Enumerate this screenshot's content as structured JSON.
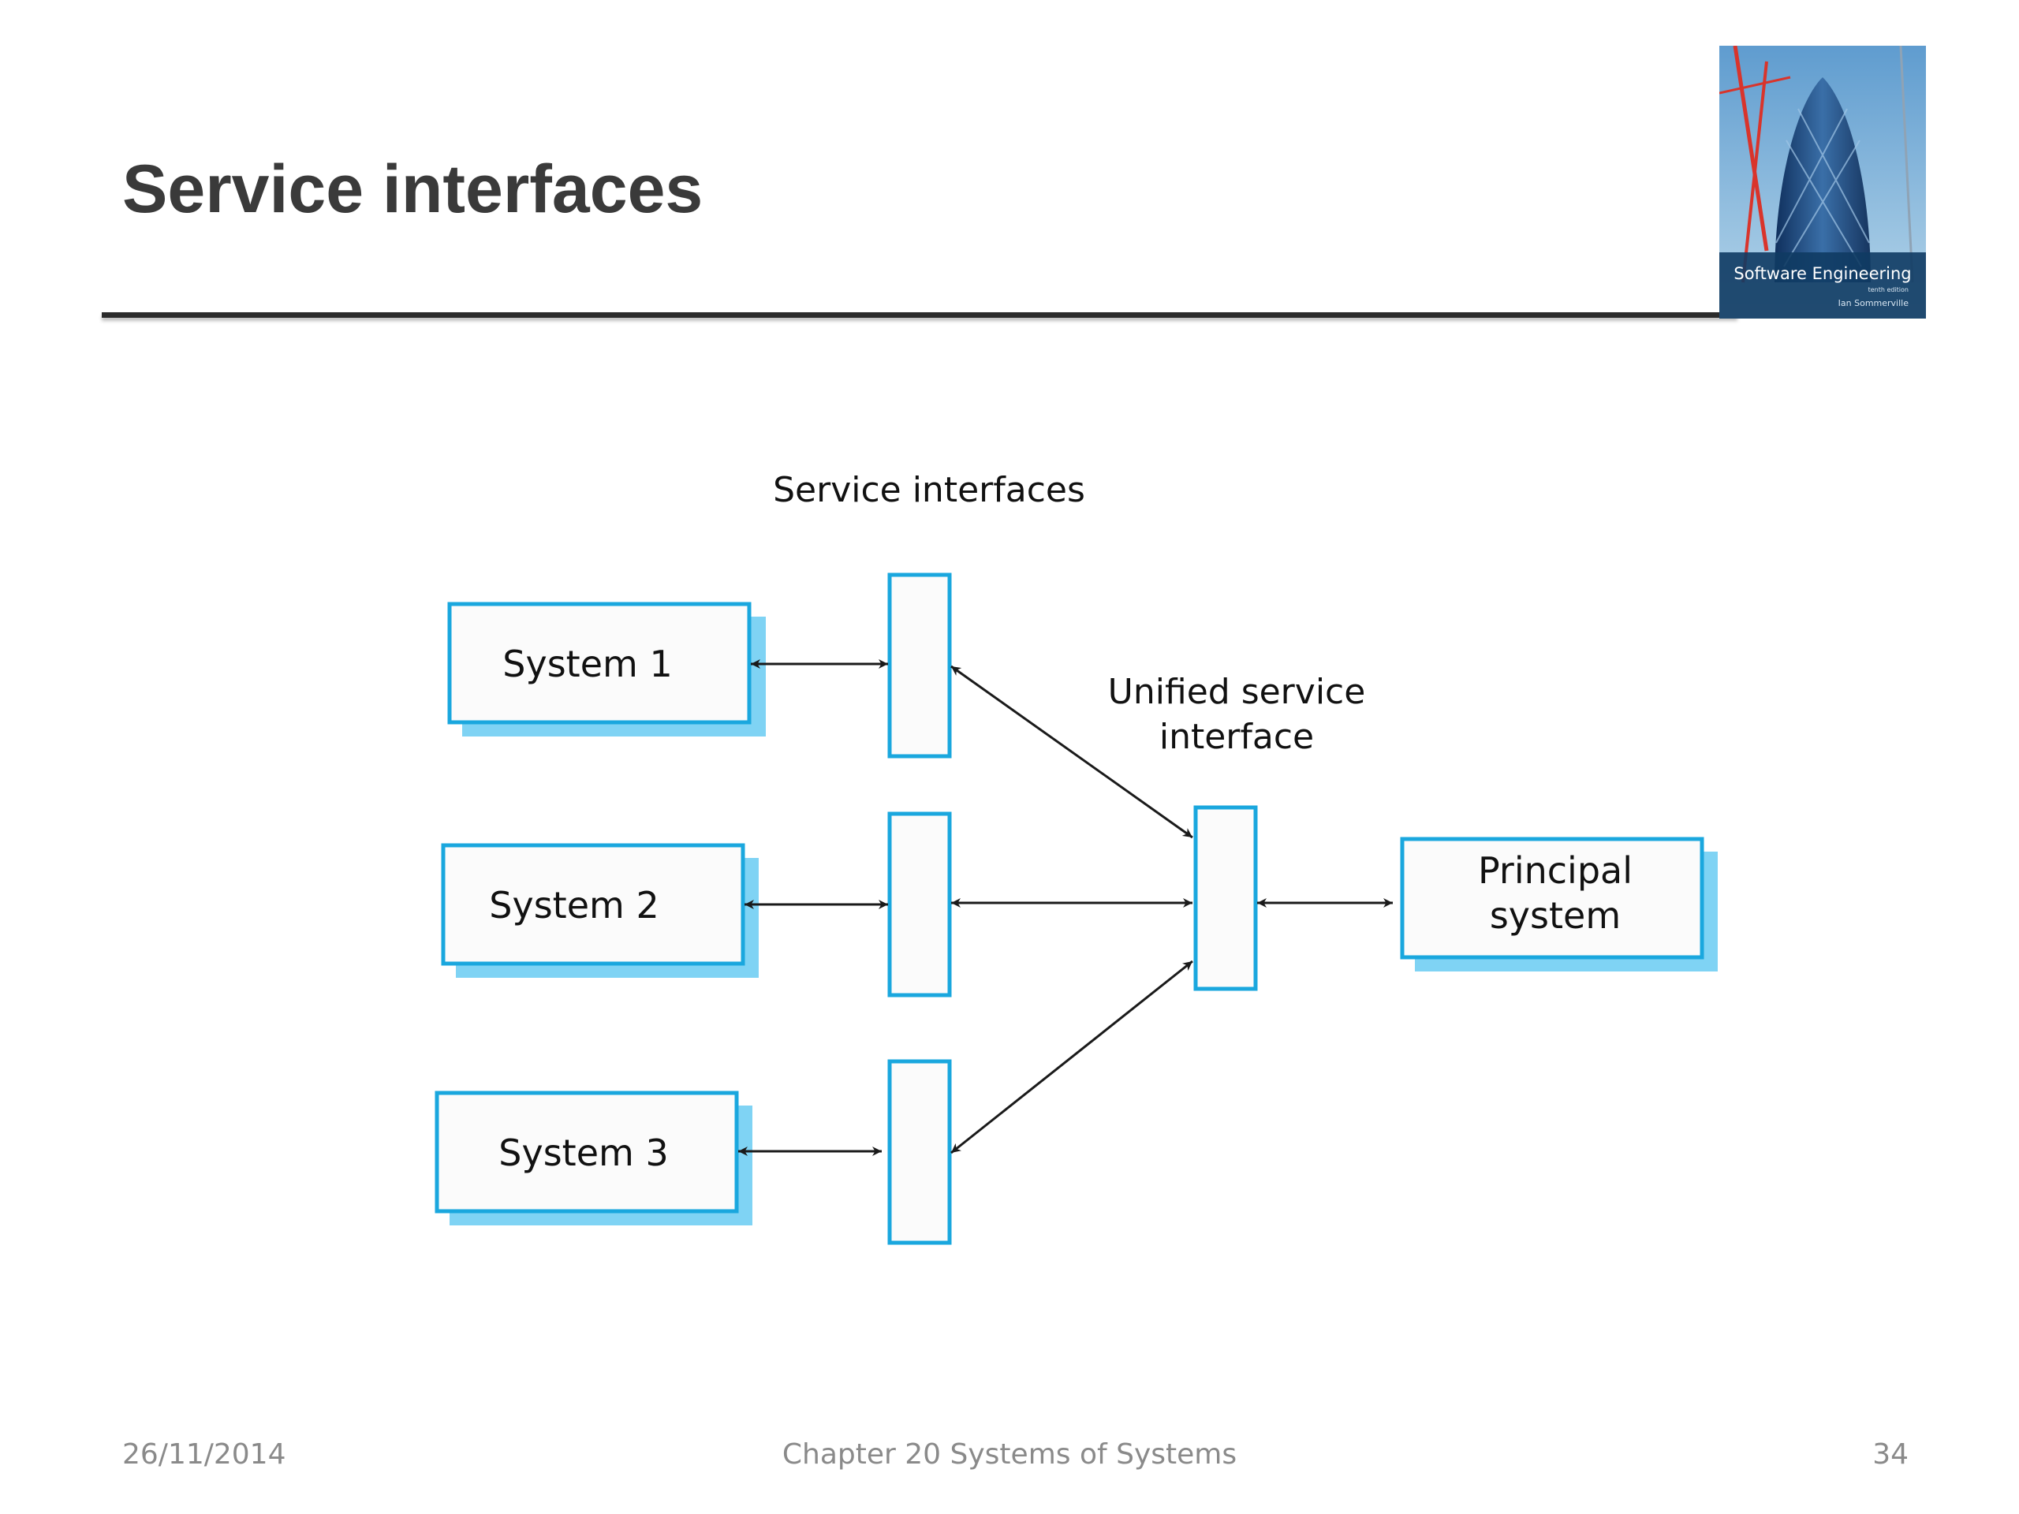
{
  "slide": {
    "title": "Service interfaces"
  },
  "cover": {
    "book_title": "Software Engineering",
    "edition": "tenth edition",
    "author": "Ian Sommerville"
  },
  "diagram": {
    "header_label": "Service interfaces",
    "unified_label_line1": "Unified service",
    "unified_label_line2": "interface",
    "systems": [
      {
        "label": "System 1"
      },
      {
        "label": "System 2"
      },
      {
        "label": "System 3"
      }
    ],
    "principal_line1": "Principal",
    "principal_line2": "system",
    "colors": {
      "box_border": "#1aa7de",
      "box_shadow": "#7fd3f4",
      "box_fill": "#fbfbfb",
      "arrow": "#1a1a1a"
    }
  },
  "footer": {
    "date": "26/11/2014",
    "chapter": "Chapter 20 Systems of Systems",
    "page_number": "34"
  }
}
